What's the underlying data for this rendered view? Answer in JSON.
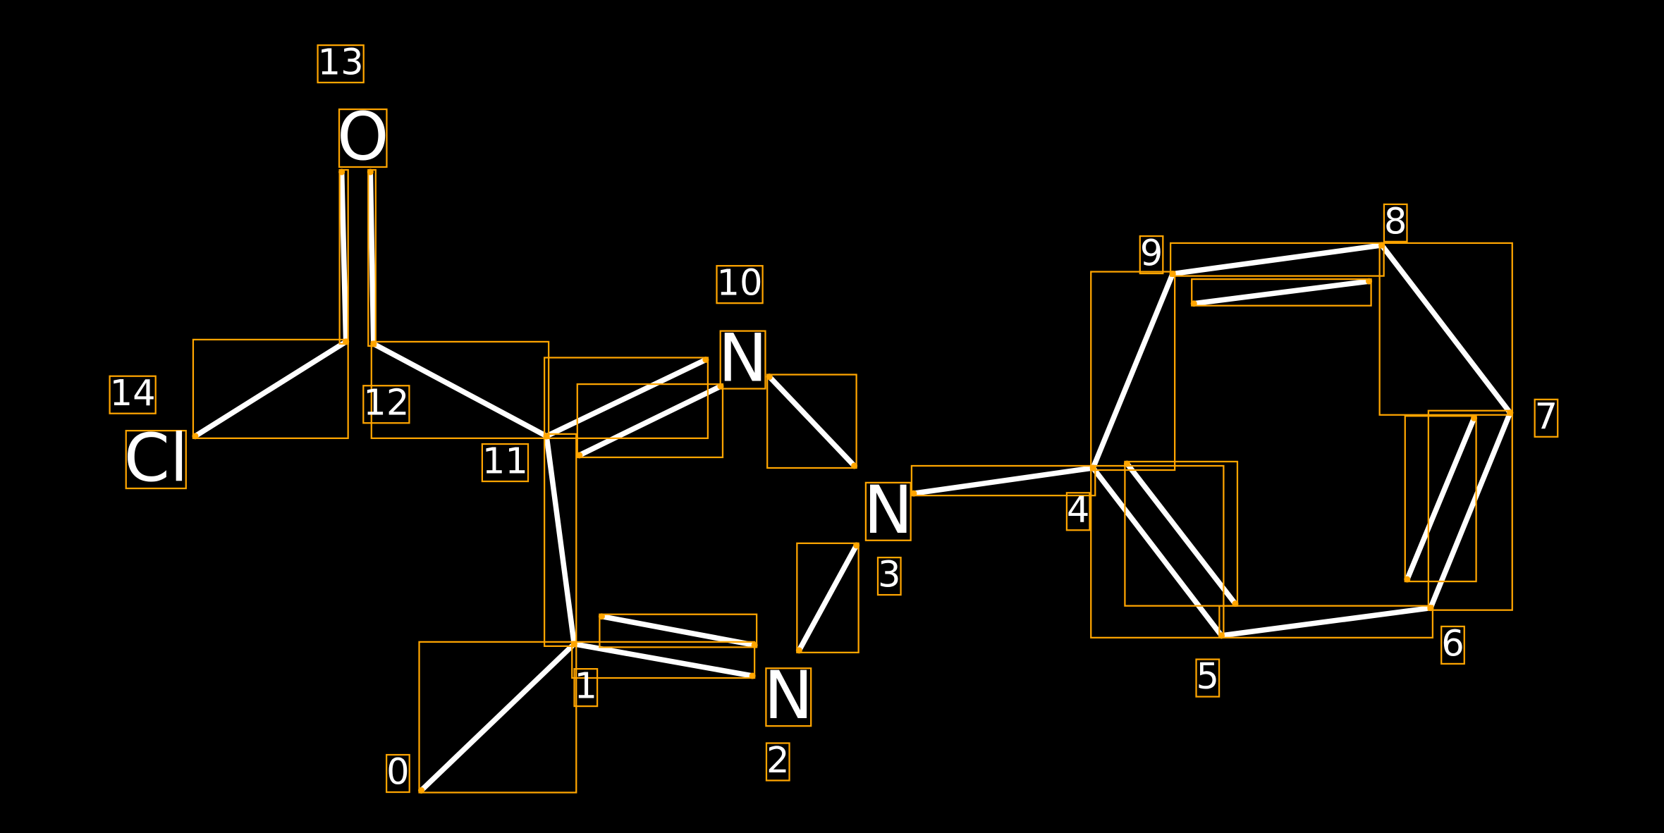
{
  "colors": {
    "background": "#000000",
    "bond": "#FFFFFF",
    "box": "#FFA500",
    "text": "#FFFFFF"
  },
  "atoms": [
    {
      "index": "0",
      "element": "C",
      "label": ""
    },
    {
      "index": "1",
      "element": "C",
      "label": ""
    },
    {
      "index": "2",
      "element": "N",
      "label": "N"
    },
    {
      "index": "3",
      "element": "N",
      "label": "N"
    },
    {
      "index": "4",
      "element": "C",
      "label": ""
    },
    {
      "index": "5",
      "element": "C",
      "label": ""
    },
    {
      "index": "6",
      "element": "C",
      "label": ""
    },
    {
      "index": "7",
      "element": "C",
      "label": ""
    },
    {
      "index": "8",
      "element": "C",
      "label": ""
    },
    {
      "index": "9",
      "element": "C",
      "label": ""
    },
    {
      "index": "10",
      "element": "N",
      "label": "N"
    },
    {
      "index": "11",
      "element": "C",
      "label": ""
    },
    {
      "index": "12",
      "element": "C",
      "label": ""
    },
    {
      "index": "13",
      "element": "O",
      "label": "O"
    },
    {
      "index": "14",
      "element": "Cl",
      "label": "Cl"
    }
  ],
  "bonds": [
    {
      "a": 0,
      "b": 1,
      "order": 1
    },
    {
      "a": 1,
      "b": 2,
      "order": 2
    },
    {
      "a": 2,
      "b": 3,
      "order": 1
    },
    {
      "a": 3,
      "b": 4,
      "order": 1
    },
    {
      "a": 4,
      "b": 5,
      "order": 2
    },
    {
      "a": 5,
      "b": 6,
      "order": 1
    },
    {
      "a": 6,
      "b": 7,
      "order": 2
    },
    {
      "a": 7,
      "b": 8,
      "order": 1
    },
    {
      "a": 8,
      "b": 9,
      "order": 2
    },
    {
      "a": 9,
      "b": 4,
      "order": 1
    },
    {
      "a": 3,
      "b": 10,
      "order": 1
    },
    {
      "a": 10,
      "b": 11,
      "order": 2
    },
    {
      "a": 11,
      "b": 1,
      "order": 1
    },
    {
      "a": 11,
      "b": 12,
      "order": 1
    },
    {
      "a": 12,
      "b": 14,
      "order": 1
    },
    {
      "a": 12,
      "b": 13,
      "order": 2
    }
  ]
}
